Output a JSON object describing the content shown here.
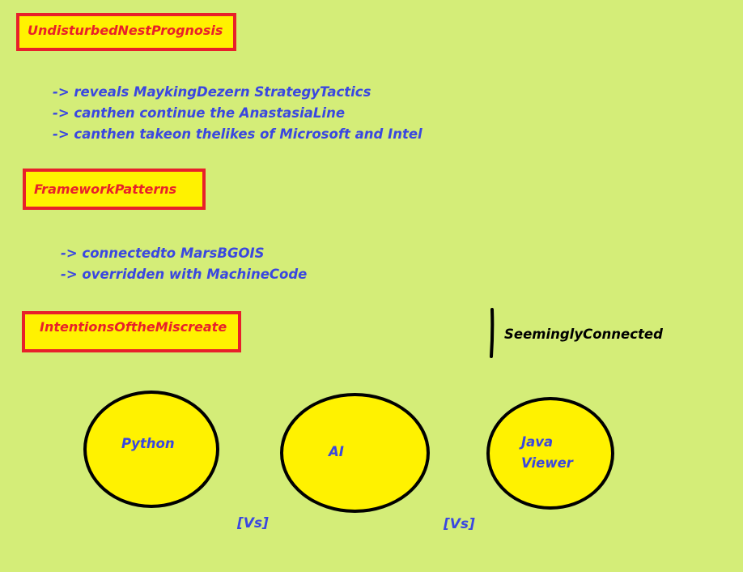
{
  "sections": [
    {
      "title": "UndisturbedNestPrognosis",
      "items": [
        "-> reveals MaykingDezern StrategyTactics",
        "-> canthen continue the AnastasiaLine",
        "-> canthen takeon thelikes of Microsoft and Intel"
      ]
    },
    {
      "title": "FrameworkPatterns",
      "items": [
        "-> connectedto MarsBGOIS",
        "-> overridden with MachineCode"
      ]
    },
    {
      "title": "IntentionsOftheMiscreate"
    }
  ],
  "legend": {
    "label": "SeeminglyConnected"
  },
  "nodes": [
    {
      "lines": [
        "Python"
      ]
    },
    {
      "lines": [
        "AI"
      ]
    },
    {
      "lines": [
        "Java",
        "Viewer"
      ]
    }
  ],
  "separators": [
    "[Vs]",
    "[Vs]"
  ],
  "colors": {
    "background": "#d4ed78",
    "box_fill": "#fff200",
    "box_border": "#e8202a",
    "title_text": "#e8202a",
    "body_text": "#3a47e0",
    "circle_border": "#000000"
  }
}
